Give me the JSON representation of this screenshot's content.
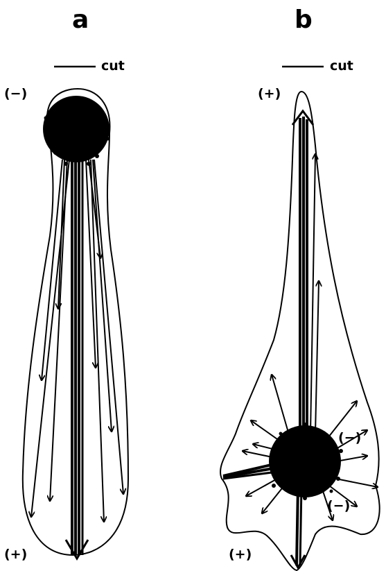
{
  "panel_a": {
    "letter": "a",
    "cut_label": "cut",
    "top_sign": "(−)",
    "bottom_sign": "(+)"
  },
  "panel_b": {
    "letter": "b",
    "cut_label": "cut",
    "top_sign": "(+)",
    "bottom_sign": "(+)",
    "minus_right": "(−)",
    "minus_bottom": "(−)"
  },
  "colors": {
    "ink": "#000000",
    "background": "#ffffff"
  }
}
